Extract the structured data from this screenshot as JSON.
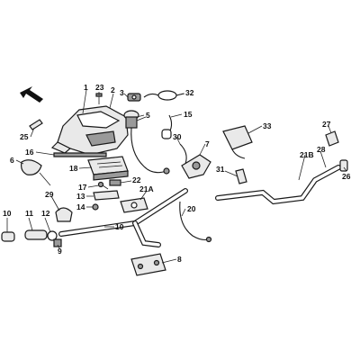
{
  "diagram": {
    "labels": {
      "n1": "1",
      "n2": "2",
      "n3": "3",
      "n5": "5",
      "n6": "6",
      "n7": "7",
      "n8": "8",
      "n9": "9",
      "n10": "10",
      "n11": "11",
      "n12": "12",
      "n13": "13",
      "n14": "14",
      "n15": "15",
      "n16": "16",
      "n17": "17",
      "n18": "18",
      "n20": "20",
      "n21a": "21A",
      "n21b": "21B",
      "n22": "22",
      "n23": "23",
      "n25": "25",
      "n26": "26",
      "n27": "27",
      "n28": "28",
      "n29": "29",
      "n30": "30",
      "n31": "31",
      "n32": "32",
      "n33": "33"
    },
    "icons": {
      "orientation": "front-arrow-icon"
    },
    "colors": {
      "ink": "#1a1a1a",
      "light_fill": "#e9e9e9",
      "dark_fill": "#9a9a9a"
    }
  }
}
